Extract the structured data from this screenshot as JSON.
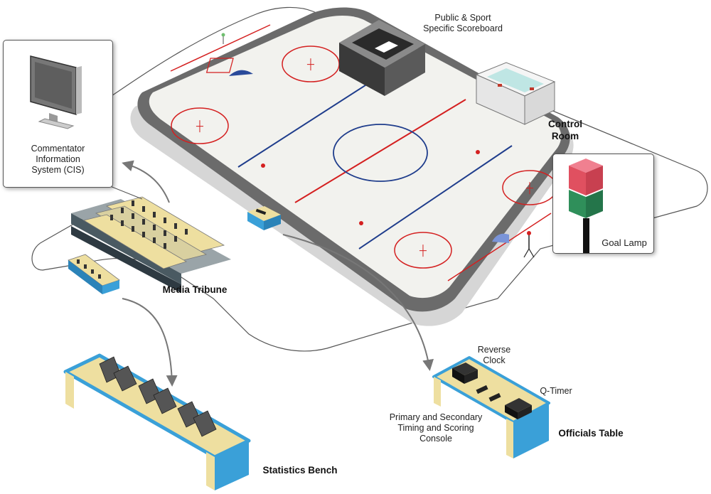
{
  "labels": {
    "scoreboard": "Public & Sport Specific Scoreboard",
    "scoreboard_line1": "Public & Sport",
    "scoreboard_line2": "Specific Scoreboard",
    "control_room_line1": "Control",
    "control_room_line2": "Room",
    "goal_lamp": "Goal Lamp",
    "cis_line1": "Commentator",
    "cis_line2": "Information",
    "cis_line3": "System (CIS)",
    "media_tribune": "Media Tribune",
    "statistics_bench": "Statistics Bench",
    "reverse_clock_line1": "Reverse",
    "reverse_clock_line2": "Clock",
    "q_timer": "Q-Timer",
    "console_line1": "Primary and Secondary",
    "console_line2": "Timing and Scoring",
    "console_line3": "Console",
    "officials_table": "Officials Table"
  },
  "colors": {
    "rink_ice": "#f2f2ee",
    "rink_board": "#6b6b6b",
    "red_line": "#d42020",
    "blue_line": "#1f3d8c",
    "desk_top": "#eedfa0",
    "desk_side": "#3aa0d8",
    "lamp_red": "#e05060",
    "lamp_green": "#2f8f5a"
  }
}
